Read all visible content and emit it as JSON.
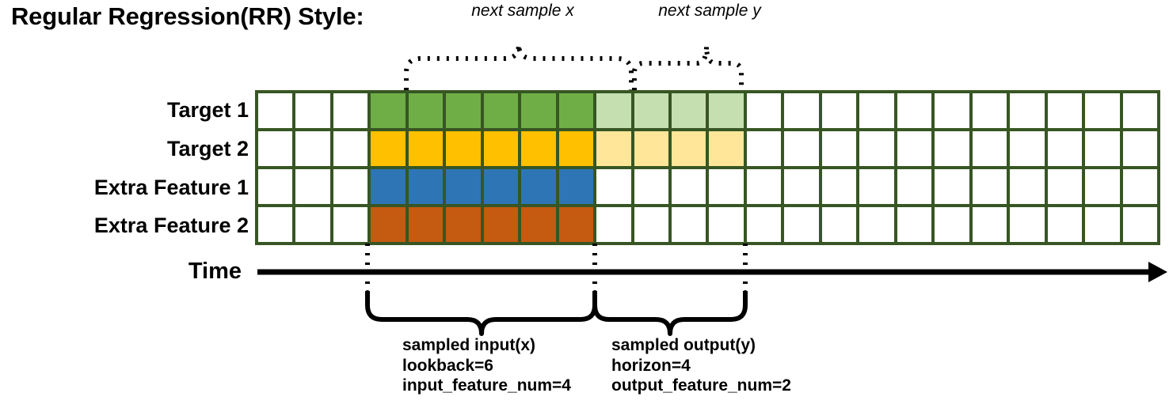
{
  "title": "Regular Regression(RR) Style:",
  "rows": [
    {
      "label": "Target 1",
      "kind": "target"
    },
    {
      "label": "Target 2",
      "kind": "target"
    },
    {
      "label": "Extra Feature 1",
      "kind": "feature"
    },
    {
      "label": "Extra Feature 2",
      "kind": "feature"
    }
  ],
  "grid": {
    "columns": 24,
    "rows": 4,
    "lead_blank_columns": 3,
    "input_columns": 6,
    "output_columns": 4,
    "trail_blank_columns": 11,
    "border_color": "#375623",
    "blank_color": "#ffffff",
    "row_colors": [
      {
        "solid": "#6FAE46",
        "faded": "#C5DFB0"
      },
      {
        "solid": "#FFC000",
        "faded": "#FFE699"
      },
      {
        "solid": "#2E75B6",
        "faded": "#ffffff"
      },
      {
        "solid": "#C55A11",
        "faded": "#ffffff"
      }
    ]
  },
  "time_axis": {
    "label": "Time",
    "arrow_color": "#000000"
  },
  "annotations": {
    "next_sample_x": "next sample x",
    "next_sample_y": "next sample y"
  },
  "captions": {
    "input": {
      "line1": "sampled input(x)",
      "line2": "lookback=6",
      "line3": "input_feature_num=4"
    },
    "output": {
      "line1": "sampled output(y)",
      "line2": "horizon=4",
      "line3": "output_feature_num=2"
    }
  }
}
